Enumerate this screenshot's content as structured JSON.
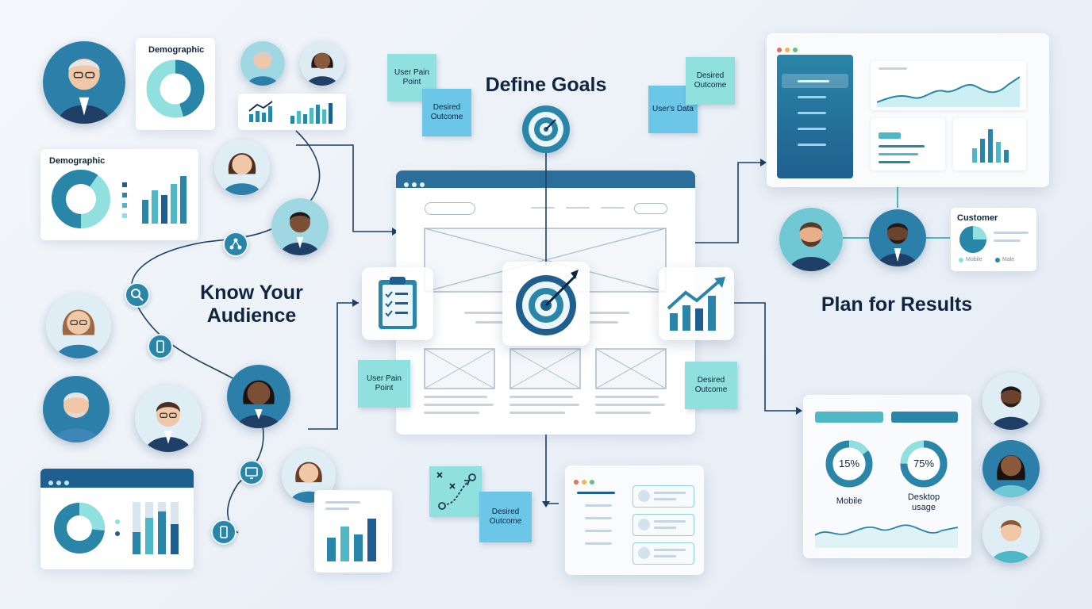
{
  "headings": {
    "define_goals": "Define Goals",
    "know_audience_line1": "Know Your",
    "know_audience_line2": "Audience",
    "plan_results": "Plan for Results"
  },
  "cards": {
    "demographic_top": "Demographic",
    "demographic_mid": "Demographic",
    "customer": "Customer",
    "customer_legend_mobile": "Mobile",
    "customer_legend_male": "Male"
  },
  "stickies": {
    "user_pain_point_top": "User Pain Point",
    "desired_outcome_top": "Desired Outcome",
    "users_data": "User's Data",
    "desired_outcome_right": "Desired Outcome",
    "user_pain_point_bottom": "User Pain Point",
    "desired_outcome_mid_right": "Desired Outcome",
    "desired_outcome_bottom": "Desired Outcome"
  },
  "usage": {
    "mobile_pct": "15%",
    "mobile_label": "Mobile",
    "desktop_pct": "75%",
    "desktop_label_line1": "Desktop",
    "desktop_label_line2": "usage"
  },
  "colors": {
    "dark_blue": "#1f5f8f",
    "teal": "#4fb8c6",
    "light_teal": "#8fe0df",
    "navy": "#0f2440",
    "connector": "#1d3f66"
  },
  "icons": [
    "target-icon",
    "clipboard-checklist-icon",
    "growth-chart-icon",
    "share-network-icon",
    "search-icon",
    "mobile-icon",
    "monitor-icon",
    "strategy-play-icon"
  ]
}
